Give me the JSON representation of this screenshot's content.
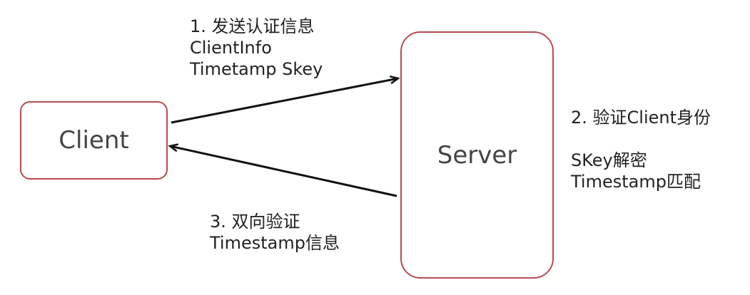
{
  "nodes": {
    "client": "Client",
    "server": "Server"
  },
  "edges": {
    "request": {
      "step": "1. 发送认证信息",
      "line2": "ClientInfo",
      "line3": "Timetamp Skey"
    },
    "response": {
      "step": "3. 双向验证",
      "line2": "Timestamp信息"
    }
  },
  "server_note": {
    "step": "2. 验证Client身份",
    "line2": "SKey解密",
    "line3": "Timestamp匹配"
  },
  "colors": {
    "node_border": "#b84a55",
    "arrow": "#111111"
  }
}
